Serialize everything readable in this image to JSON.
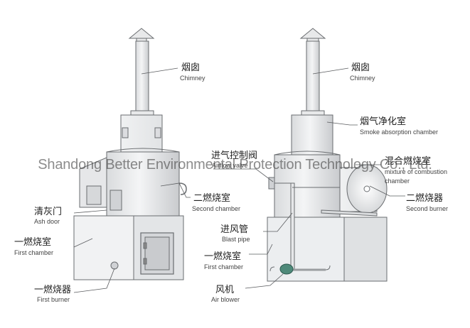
{
  "watermark": "Shandong Better Environmental Protection Technology Co., Ltd.",
  "left_unit": {
    "chimney": {
      "zh": "烟囱",
      "en": "Chimney"
    },
    "second_chamber": {
      "zh": "二燃烧室",
      "en": "Second chamber"
    },
    "ash_door": {
      "zh": "清灰门",
      "en": "Ash door"
    },
    "first_chamber": {
      "zh": "一燃烧室",
      "en": "First chamber"
    },
    "first_burner": {
      "zh": "一燃烧器",
      "en": "First burner"
    }
  },
  "right_unit": {
    "chimney": {
      "zh": "烟囱",
      "en": "Chimney"
    },
    "smoke_chamber": {
      "zh": "烟气净化室",
      "en": "Smoke absorption chamber"
    },
    "intake_valve": {
      "zh": "进气控制阀",
      "en": "Airflow valve"
    },
    "mixing_chamber": {
      "zh": "混合燃烧室",
      "en_line1": "mixture of combustion",
      "en_line2": "chamber"
    },
    "second_burner": {
      "zh": "二燃烧器",
      "en": "Second burner"
    },
    "blast_pipe": {
      "zh": "进风管",
      "en": "Blast pipe"
    },
    "first_chamber": {
      "zh": "一燃烧室",
      "en": "First chamber"
    },
    "air_blower": {
      "zh": "风机",
      "en": "Air blower"
    }
  }
}
